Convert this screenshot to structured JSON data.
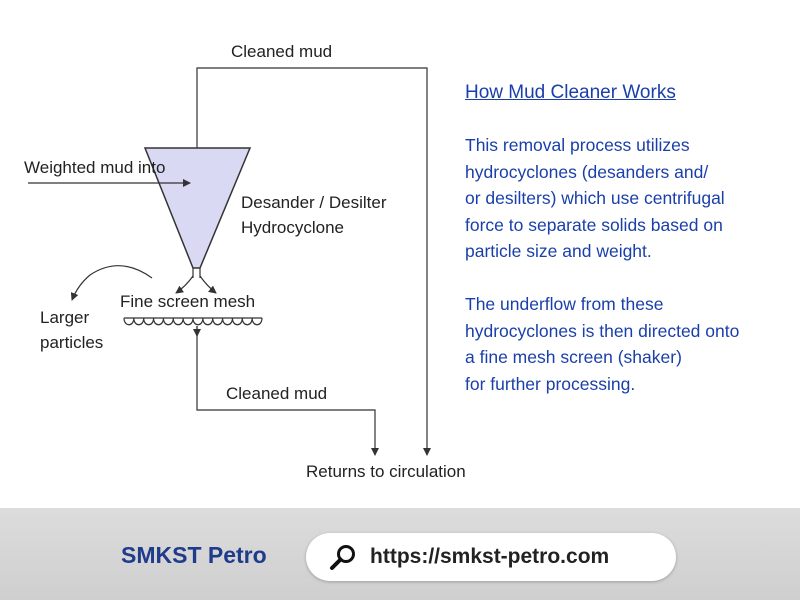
{
  "diagram": {
    "labels": {
      "cleaned_mud_top": "Cleaned mud",
      "weighted_mud": "Weighted mud into",
      "desander_line1": "Desander / Desilter",
      "desander_line2": "Hydrocyclone",
      "fine_screen": "Fine screen mesh",
      "larger_line1": "Larger",
      "larger_line2": "particles",
      "cleaned_mud_bottom": "Cleaned mud",
      "returns": "Returns to circulation"
    },
    "colors": {
      "line": "#333333",
      "cyclone_fill": "#d9d9f3"
    }
  },
  "info": {
    "title": "How Mud Cleaner Works",
    "paragraph1": [
      "This removal process utilizes",
      "hydrocyclones (desanders and/",
      "or desilters) which use centrifugal",
      "force to separate solids based on",
      "particle size and weight."
    ],
    "paragraph2": [
      "The underflow from these",
      "hydrocyclones is then directed onto",
      "a fine mesh screen (shaker)",
      "for further processing."
    ],
    "color": "#1a3faa"
  },
  "footer": {
    "brand": "SMKST Petro",
    "url": "https://smkst-petro.com",
    "icon": "magnifier-icon",
    "brand_color": "#1f3b8c"
  }
}
